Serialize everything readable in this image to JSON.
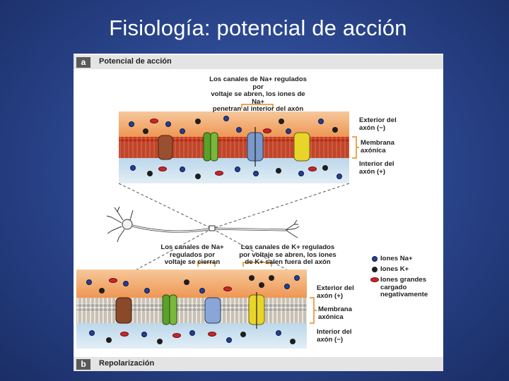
{
  "slide": {
    "title": "Fisiología: potencial de acción"
  },
  "section_a": {
    "badge": "a",
    "title": "Potencial de acción"
  },
  "section_b": {
    "badge": "b",
    "title": "Repolarización"
  },
  "top_diagram": {
    "annotation": [
      "Los canales de Na+ regulados por",
      "voltaje se abren, los iones de Na+",
      "penetran al interior del axón"
    ],
    "exterior_label": [
      "Exterior del",
      "axón (−)"
    ],
    "membrane_label": [
      "Membrana",
      "axónica"
    ],
    "interior_label": [
      "Interior del",
      "axón (+)"
    ]
  },
  "bottom_diagram": {
    "annotation_left": [
      "Los canales de Na+",
      "regulados por",
      "voltaje se cierran"
    ],
    "annotation_right": [
      "Los canales de K+ regulados",
      "por voltaje se abren, los iones",
      "de K+ salen fuera del axón"
    ],
    "exterior_label": [
      "Exterior del",
      "axón (+)"
    ],
    "membrane_label": [
      "Membrana",
      "axónica"
    ],
    "interior_label": [
      "Interior del",
      "axón (−)"
    ]
  },
  "legend": {
    "items": [
      {
        "label": [
          "Iones Na+"
        ],
        "icon": "na-ion-icon"
      },
      {
        "label": [
          "Iones K+"
        ],
        "icon": "k-ion-icon"
      },
      {
        "label": [
          "Iones grandes",
          "cargado",
          "negativamente"
        ],
        "icon": "negative-ion-icon"
      }
    ]
  },
  "colors": {
    "background": "#2c4890",
    "exterior": "#f2a56a",
    "interior": "#cfe2ef",
    "membrane_depolarized": "#c8442c",
    "membrane_resting": "#e8dccb",
    "na_ion": "#233f93",
    "k_ion": "#1e1e1e",
    "negative_ion": "#c8262a",
    "channel_green": "#5a9a2a",
    "channel_blue": "#6a8fc8",
    "channel_yellow": "#e8d52a",
    "channel_brown": "#8a4a2a",
    "annotation_bracket": "#e08a1e"
  }
}
